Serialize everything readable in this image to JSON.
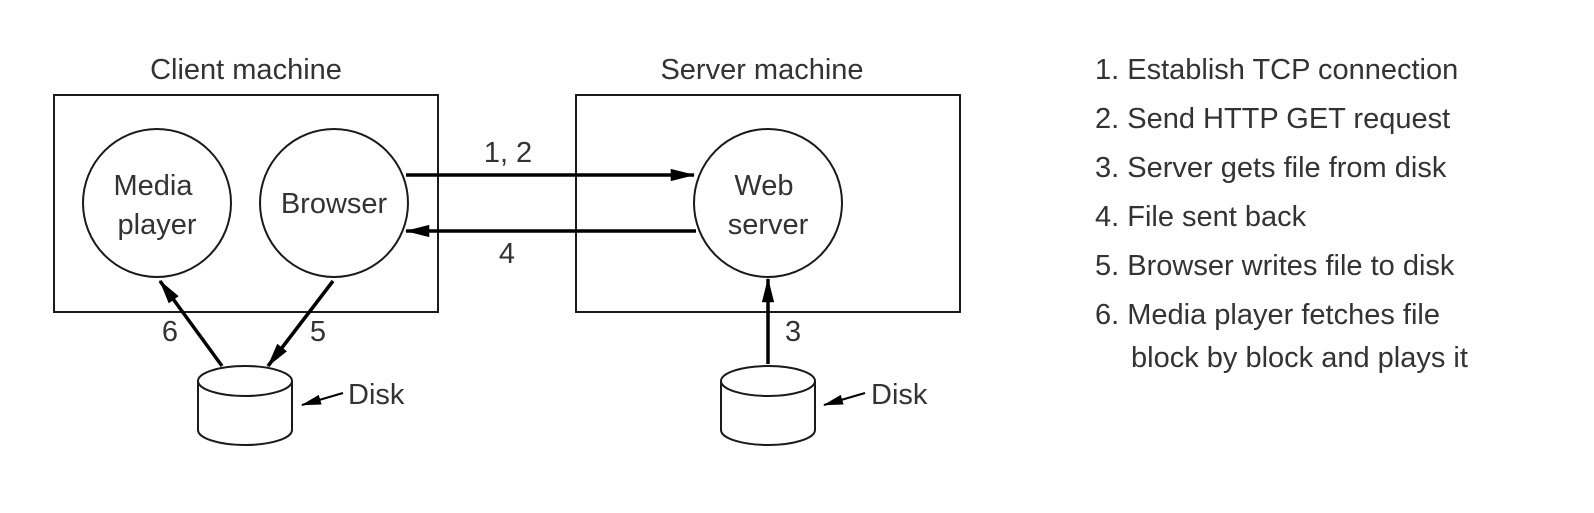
{
  "client": {
    "title": "Client machine",
    "media_player": [
      "Media",
      "player"
    ],
    "browser": "Browser",
    "disk": "Disk"
  },
  "server": {
    "title": "Server machine",
    "web_server": [
      "Web",
      "server"
    ],
    "disk": "Disk"
  },
  "arrow_labels": {
    "request": "1, 2",
    "response": "4",
    "fetch": "6",
    "write": "5",
    "server_disk": "3"
  },
  "steps": [
    "1. Establish TCP connection",
    "2. Send HTTP GET request",
    "3. Server gets file from disk",
    "4. File sent back",
    "5. Browser writes file to disk",
    "6. Media player fetches file",
    "block by block and plays it"
  ]
}
